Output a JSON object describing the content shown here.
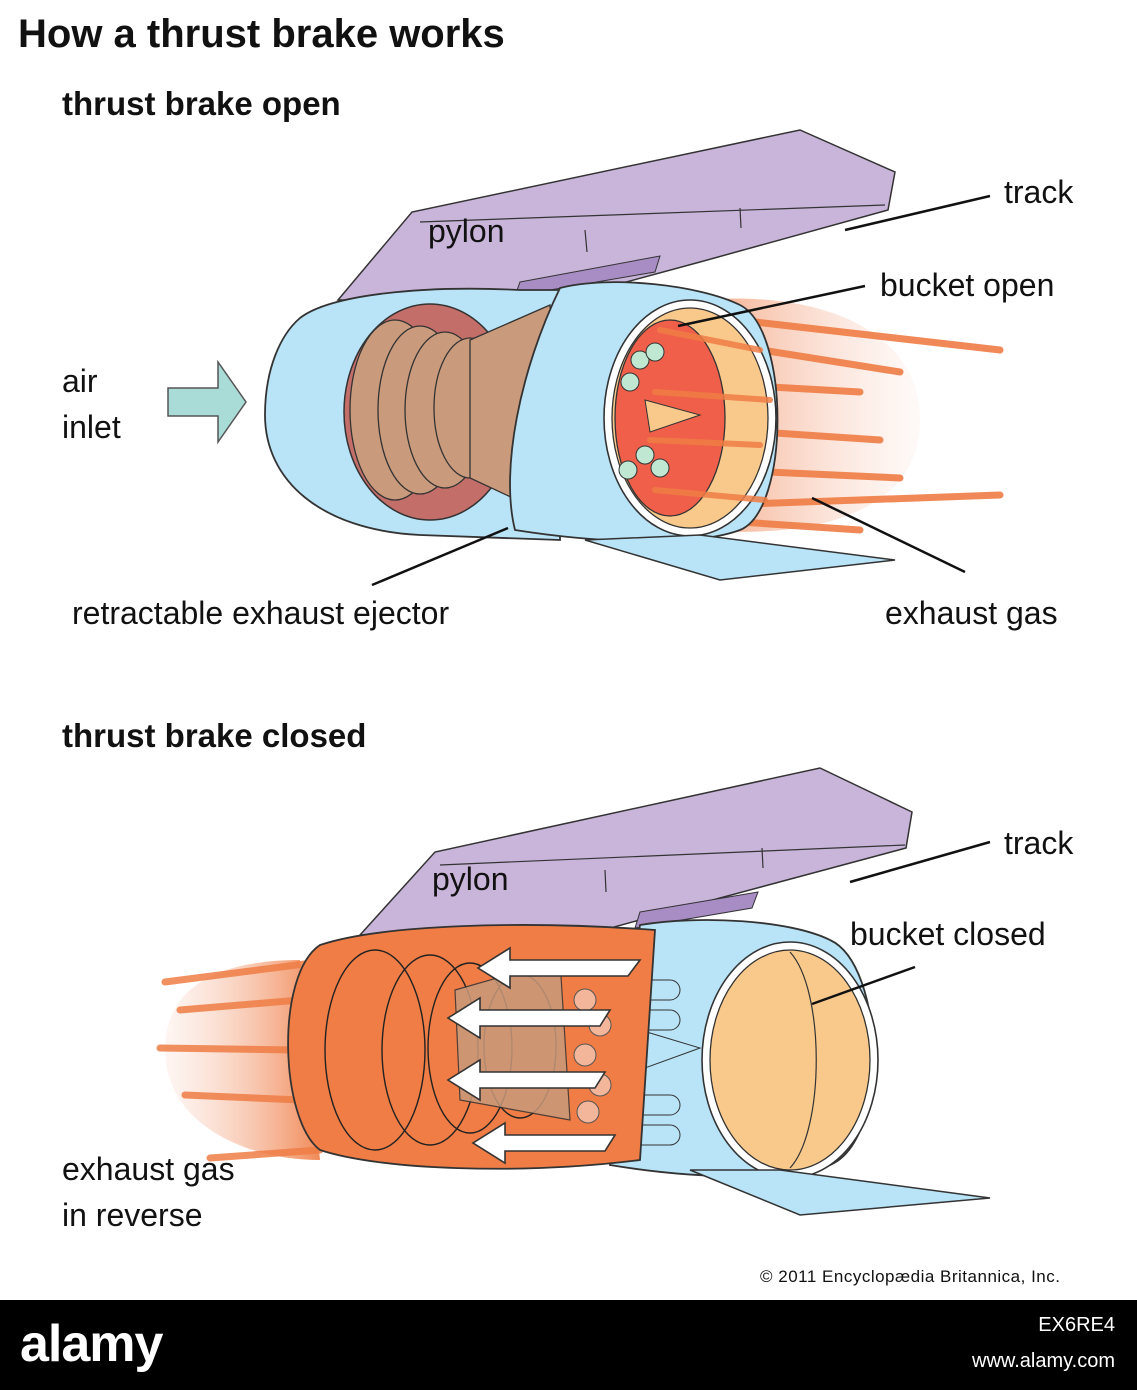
{
  "title": "How a thrust brake works",
  "open_panel": {
    "heading": "thrust brake open",
    "labels": {
      "pylon": "pylon",
      "track": "track",
      "bucket": "bucket open",
      "air_inlet_line1": "air",
      "air_inlet_line2": "inlet",
      "ejector": "retractable exhaust ejector",
      "exhaust": "exhaust gas"
    }
  },
  "closed_panel": {
    "heading": "thrust brake closed",
    "labels": {
      "pylon": "pylon",
      "track": "track",
      "bucket": "bucket closed",
      "exhaust_line1": "exhaust gas",
      "exhaust_line2": "in reverse"
    }
  },
  "copyright": "© 2011 Encyclopædia Britannica, Inc.",
  "footer": {
    "logo": "alamy",
    "image_id": "EX6RE4",
    "site": "www.alamy.com"
  },
  "colors": {
    "pylon": "#c9b5da",
    "nacelle": "#b9e3f6",
    "exhaust": "#ef7d45",
    "core": "#c99a7c",
    "inlet_arrow": "#a9dcd6",
    "bucket": "#f9c98c"
  },
  "icons": {
    "inlet_arrow": "right-arrow-icon",
    "reverse_arrows": "left-arrow-icon"
  }
}
